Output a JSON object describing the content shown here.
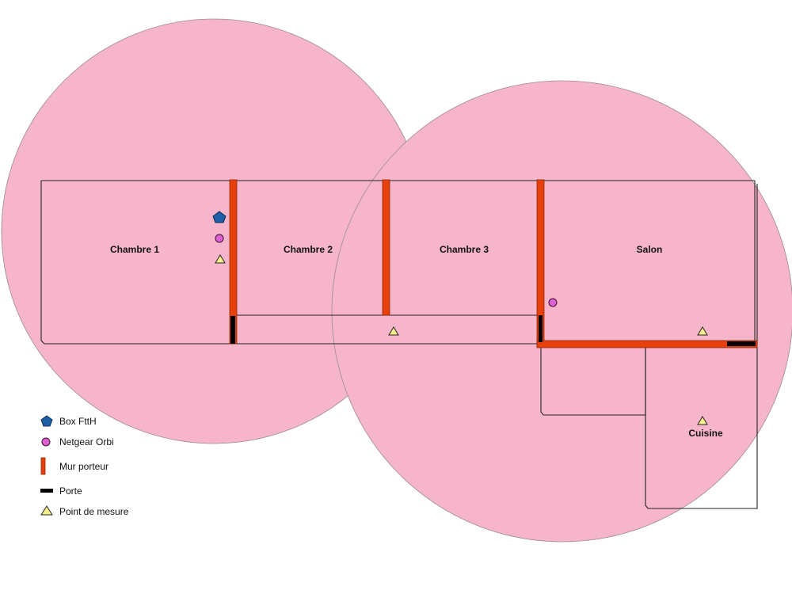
{
  "rooms": [
    {
      "id": "chambre-1",
      "label": "Chambre 1"
    },
    {
      "id": "chambre-2",
      "label": "Chambre 2"
    },
    {
      "id": "chambre-3",
      "label": "Chambre 3"
    },
    {
      "id": "salon",
      "label": "Salon"
    },
    {
      "id": "cuisine",
      "label": "Cuisine"
    }
  ],
  "legend": {
    "box": "Box FttH",
    "orbi": "Netgear Orbi",
    "wall": "Mur porteur",
    "door": "Porte",
    "point": "Point de mesure"
  },
  "colors": {
    "coverage": "#f7b5cc",
    "load_bearing_wall": "#e8400c",
    "door": "#000000",
    "box": "#1f5fa8",
    "orbi": "#e05fd0",
    "measure_point": "#f7f08a"
  },
  "icons": {
    "box": "pentagon-icon",
    "orbi": "circle-icon",
    "wall": "bar-icon",
    "door": "door-line-icon",
    "point": "triangle-icon"
  }
}
